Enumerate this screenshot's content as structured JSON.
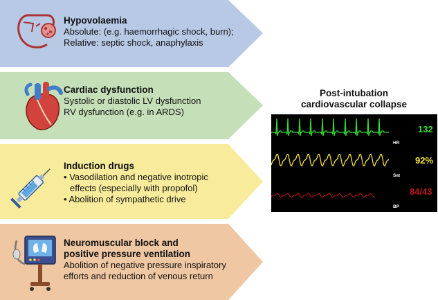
{
  "panels": [
    {
      "title": "Hypovolaemia",
      "lines": [
        "Absolute: (e.g. haemorrhagic shock, burn);",
        "Relative: septic shock, anaphylaxis"
      ],
      "color": "#b8c9e6",
      "icon": "blood-vessel-icon"
    },
    {
      "title": "Cardiac dysfunction",
      "lines": [
        "Systolic or diastolic LV dysfunction",
        "RV dysfunction (e.g. in ARDS)"
      ],
      "color": "#c5dfb8",
      "icon": "heart-icon"
    },
    {
      "title": "Induction drugs",
      "bullets": [
        [
          "Vasodilation and negative inotropic",
          "effects (especially with propofol)"
        ],
        [
          "Abolition of sympathetic drive"
        ]
      ],
      "bullet_char": "•",
      "color": "#f8ec9c",
      "icon": "syringe-icon"
    },
    {
      "title_lines": [
        "Neuromuscular block and",
        "positive pressure ventilation"
      ],
      "lines": [
        "Abolition of negative pressure inspiratory",
        "efforts and reduction of venous return"
      ],
      "color": "#efc7a2",
      "icon": "ventilator-icon"
    }
  ],
  "monitor": {
    "title_lines": [
      "Post-intubation",
      "cardiovascular collapse"
    ],
    "channels": [
      {
        "label": "HR",
        "value": "132",
        "color": "#33dd33"
      },
      {
        "label": "Sat",
        "value": "92%",
        "color": "#f5e142"
      },
      {
        "label": "BP",
        "value": "84/43",
        "color": "#c01818"
      }
    ]
  }
}
